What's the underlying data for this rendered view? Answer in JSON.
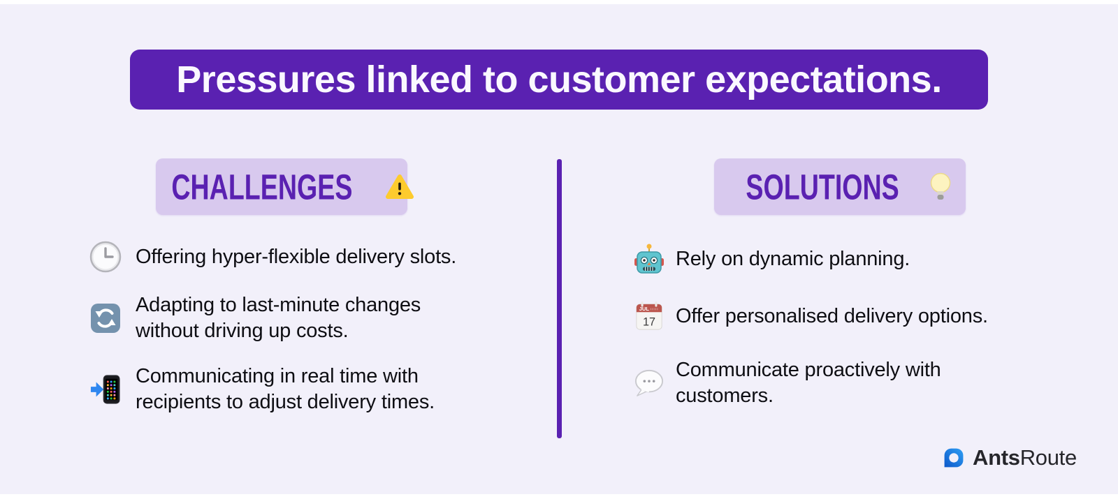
{
  "title": {
    "text": "Pressures linked to customer expectations."
  },
  "challenges": {
    "header": "CHALLENGES",
    "header_icon": "warning-icon",
    "items": [
      {
        "icon": "clock-icon",
        "text": "Offering hyper-flexible delivery slots."
      },
      {
        "icon": "counterclockwise-arrows-icon",
        "text": "Adapting to last-minute changes without driving up costs."
      },
      {
        "icon": "mobile-phone-arrow-icon",
        "text": "Communicating in real time with recipients to adjust delivery times."
      }
    ]
  },
  "solutions": {
    "header": "SOLUTIONS",
    "header_icon": "lightbulb-icon",
    "items": [
      {
        "icon": "robot-icon",
        "text": "Rely on dynamic planning."
      },
      {
        "icon": "calendar-icon",
        "text": "Offer personalised delivery options."
      },
      {
        "icon": "speech-balloon-icon",
        "text": "Communicate proactively with customers."
      }
    ]
  },
  "calendar": {
    "month": "JUL",
    "day": "17"
  },
  "logo": {
    "brand_bold": "Ants",
    "brand_regular": "Route"
  },
  "colors": {
    "background": "#f2f0fa",
    "accent_purple": "#5a21b1",
    "pill_background": "#d8c9ee",
    "body_text": "#0e0e13",
    "logo_blue": "#1565d8",
    "title_text": "#faf8ff"
  }
}
